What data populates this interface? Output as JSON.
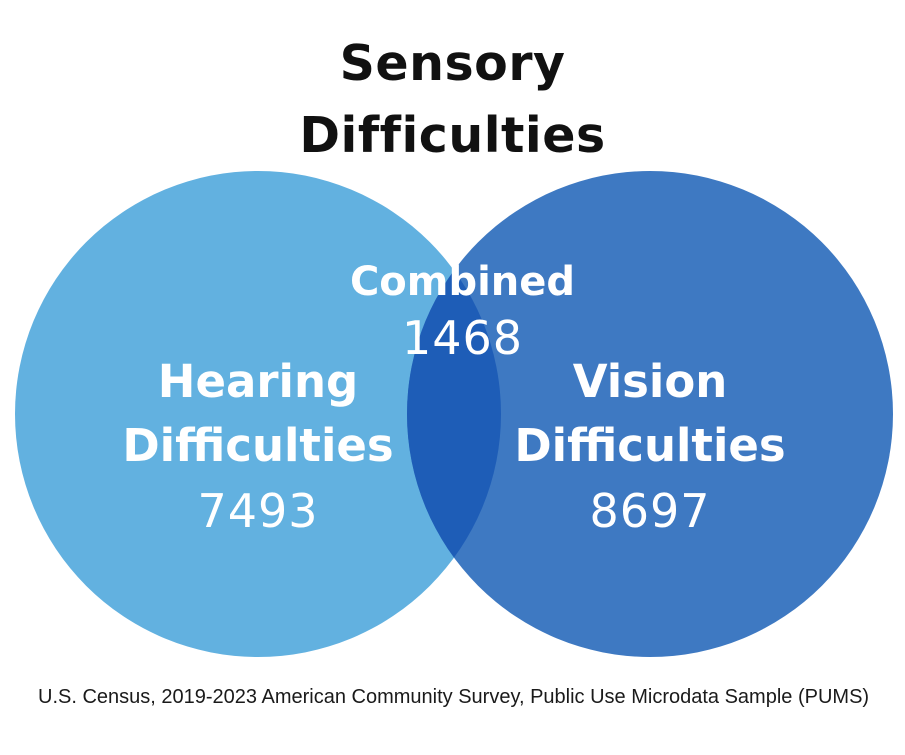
{
  "title": {
    "line1": "Sensory",
    "line2": "Difficulties"
  },
  "sets": {
    "hearing": {
      "label_line1": "Hearing",
      "label_line2": "Difficulties",
      "value": "7493",
      "color": "#62b1e0"
    },
    "vision": {
      "label_line1": "Vision",
      "label_line2": "Difficulties",
      "value": "8697",
      "color": "#3e79c2"
    },
    "combined": {
      "label": "Combined",
      "value": "1468",
      "color": "#1e5db7"
    }
  },
  "source": "U.S. Census, 2019-2023 American Community Survey, Public Use Microdata Sample (PUMS)",
  "colors": {
    "background": "#ffffff",
    "label_text": "#ffffff",
    "title_text": "#111111"
  }
}
